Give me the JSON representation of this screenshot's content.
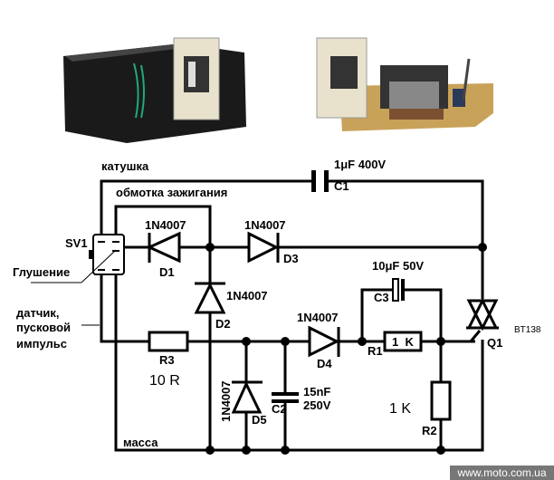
{
  "labels": {
    "coil": "катушка",
    "ignition_winding": "обмотка зажигания",
    "kill": "Глушение",
    "sensor": [
      "датчик,",
      "пусковой",
      "импульс"
    ],
    "ground": "масса"
  },
  "components": {
    "sv1": "SV1",
    "c1": {
      "ref": "C1",
      "value": "1μF 400V"
    },
    "d1": {
      "ref": "D1",
      "value": "1N4007"
    },
    "d2": {
      "ref": "D2",
      "value": "1N4007"
    },
    "d3": {
      "ref": "D3",
      "value": "1N4007"
    },
    "d4": {
      "ref": "D4",
      "value": "1N4007"
    },
    "d5": {
      "ref": "D5",
      "value": "1N4007"
    },
    "r1": {
      "ref": "R1",
      "value": "1  K"
    },
    "r2": {
      "ref": "R2",
      "value": "1 K"
    },
    "r3": {
      "ref": "R3",
      "value": "10 R"
    },
    "c2": {
      "ref": "C2",
      "value": [
        "15nF",
        "250V"
      ]
    },
    "c3": {
      "ref": "C3",
      "value": "10μF 50V"
    },
    "q1": {
      "ref": "Q1",
      "value": "BT138"
    }
  },
  "watermark": "www.moto.com.ua"
}
